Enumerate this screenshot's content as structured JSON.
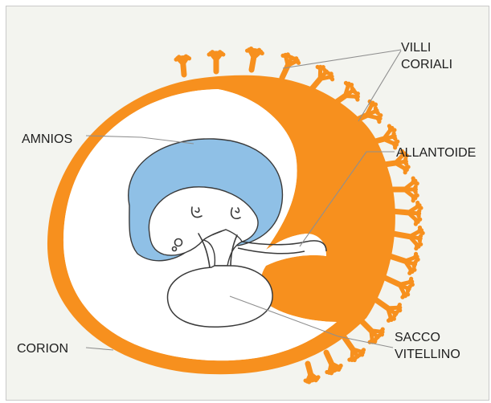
{
  "diagram": {
    "colors": {
      "background": "#f3f4ef",
      "chorion": "#f7901e",
      "amnion": "#8fc0e6",
      "cavity": "#ffffff",
      "outline": "#3a3a3a"
    },
    "labels": {
      "villi": [
        "VILLI",
        "CORIALI"
      ],
      "amnios": "AMNIOS",
      "allantoide": "ALLANTOIDE",
      "corion": "CORION",
      "sacco": [
        "SACCO",
        "VITELLINO"
      ]
    }
  }
}
